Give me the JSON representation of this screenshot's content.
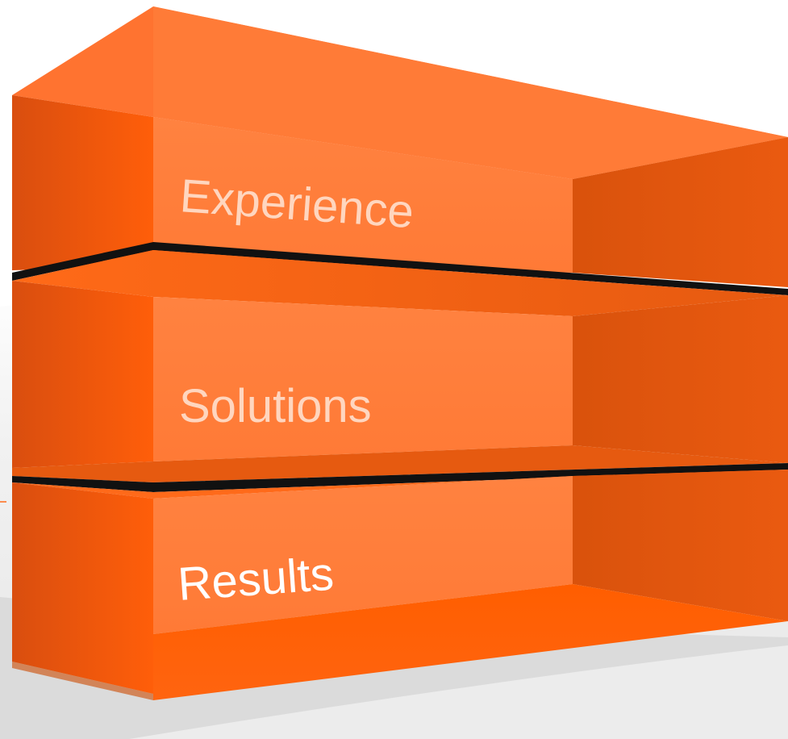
{
  "blocks": [
    {
      "id": "top",
      "label": "Experience",
      "label_color": "#ffd6bf"
    },
    {
      "id": "middle",
      "label": "Solutions",
      "label_color": "#ffd6bf"
    },
    {
      "id": "bottom",
      "label": "Results",
      "label_color": "#ffffff"
    }
  ],
  "colors": {
    "orange_main": "#ff7b35",
    "orange_bright": "#ff5e00",
    "orange_dark": "#d94e00",
    "separator": "#111111",
    "background": "#ffffff",
    "floor_shadow": "#d9d9d9"
  }
}
